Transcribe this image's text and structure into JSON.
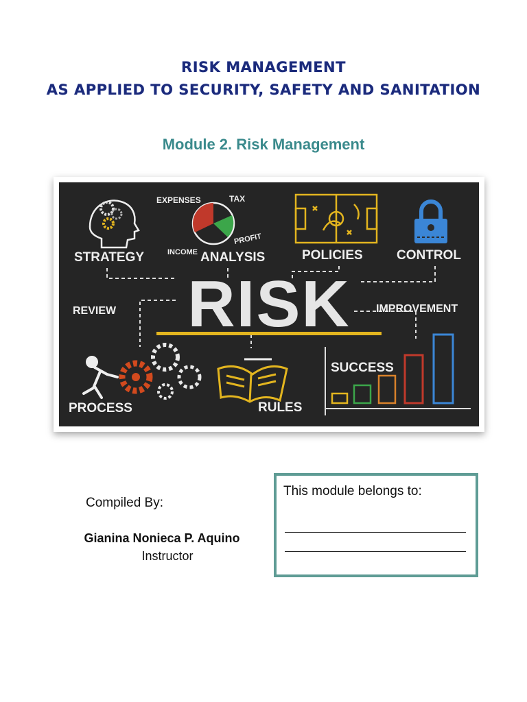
{
  "header": {
    "title_line1": "RISK MANAGEMENT",
    "title_line2": "AS APPLIED TO SECURITY, SAFETY AND SANITATION",
    "module_title": "Module 2. Risk Management"
  },
  "poster": {
    "center_word": "RISK",
    "labels": {
      "strategy": "STRATEGY",
      "analysis": "ANALYSIS",
      "policies": "POLICIES",
      "control": "CONTROL",
      "review": "REVIEW",
      "improvement": "IMPROVEMENT",
      "process": "PROCESS",
      "rules": "RULES",
      "success": "SUCCESS",
      "expenses": "EXPENSES",
      "tax": "TAX",
      "income": "INCOME",
      "profit": "PROFIT"
    },
    "colors": {
      "chalk": "#e8e8e8",
      "gold": "#e3b51f",
      "blue": "#3b86d6",
      "red": "#c0392b",
      "green": "#3ca64a",
      "orange": "#d9822b"
    }
  },
  "credits": {
    "compiled_label": "Compiled By:",
    "author": "Gianina Nonieca P. Aquino",
    "role": "Instructor"
  },
  "owner_box": {
    "label": "This module belongs to:"
  }
}
